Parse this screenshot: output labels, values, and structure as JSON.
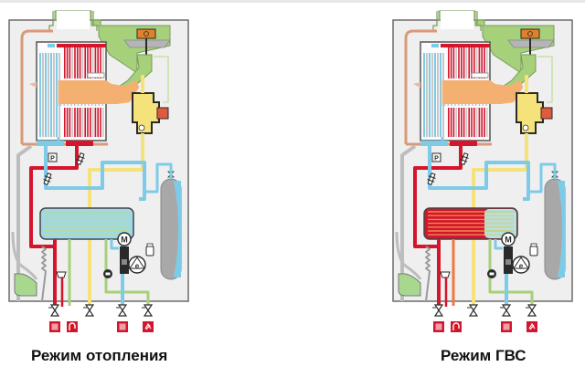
{
  "diagrams": [
    {
      "id": "heating",
      "caption": "Режим отопления",
      "dhw_exchanger_state": "cold",
      "flow_colors": {
        "heating_supply": "#d4152c",
        "heating_return": "#7ecbe8",
        "cold_water": "#7ecbe8",
        "hot_water": "#a6d07a",
        "gas": "#f5e27a",
        "flue": "#a9d08e",
        "burner_flame": "#f4b070"
      },
      "components": [
        "pressure-sensor",
        "thermistor",
        "gas-valve",
        "fan",
        "dhw-plate-exchanger",
        "pump-motor",
        "expansion-vessel",
        "three-way-valve",
        "flow-sensor",
        "air-vent"
      ],
      "labels": {
        "pressure_sensor": "P",
        "motor": "M",
        "pump": "e"
      },
      "connections": [
        "heating-flow",
        "safety-valve",
        "dhw-out",
        "gas-in",
        "cold-in",
        "heating-return"
      ]
    },
    {
      "id": "dhw",
      "caption": "Режим ГВС",
      "dhw_exchanger_state": "hot",
      "flow_colors": {
        "heating_supply": "#d4152c",
        "heating_return": "#7ecbe8",
        "cold_water": "#7ecbe8",
        "hot_water": "#f07840",
        "gas": "#f5e27a",
        "flue": "#a9d08e",
        "burner_flame": "#f4b070"
      },
      "components": [
        "pressure-sensor",
        "thermistor",
        "gas-valve",
        "fan",
        "dhw-plate-exchanger",
        "pump-motor",
        "expansion-vessel",
        "three-way-valve",
        "flow-sensor",
        "air-vent"
      ],
      "labels": {
        "pressure_sensor": "P",
        "motor": "M",
        "pump": "e"
      },
      "connections": [
        "heating-flow",
        "safety-valve",
        "dhw-out",
        "gas-in",
        "cold-in",
        "heating-return"
      ]
    }
  ],
  "palette": {
    "cabinet_bg": "#efefef",
    "cabinet_border": "#6b6b6b",
    "red": "#d4152c",
    "blue": "#7ecbe8",
    "green": "#a6d07a",
    "yellow": "#f5e27a",
    "orange": "#f07840",
    "flame": "#f4b070",
    "grey": "#b8b8b8",
    "dark": "#2a2a2a",
    "fan_orange": "#e0822a"
  }
}
